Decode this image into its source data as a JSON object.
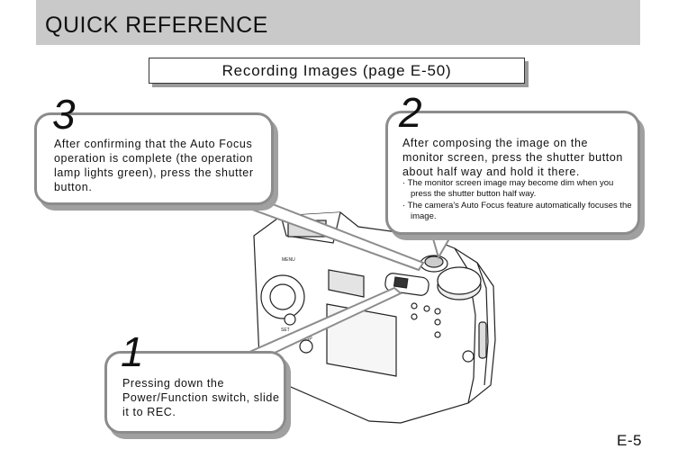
{
  "header": {
    "title": "QUICK REFERENCE"
  },
  "section": {
    "title": "Recording Images (page E-50)"
  },
  "steps": [
    {
      "number": "3",
      "text": "After confirming that the Auto Focus operation is complete (the operation lamp lights green), press the shutter button."
    },
    {
      "number": "2",
      "text": "After composing the image on the monitor screen, press the shutter button about half way and hold it there.",
      "notes": [
        "The monitor screen image may become dim when you press the shutter button half way.",
        "The camera's Auto Focus feature automatically focuses the image."
      ]
    },
    {
      "number": "1",
      "text": "Pressing down the Power/Function switch, slide it to REC."
    }
  ],
  "camera_labels": {
    "menu": "MENU",
    "disp": "DISP",
    "set": "SET"
  },
  "page_number": "E-5"
}
